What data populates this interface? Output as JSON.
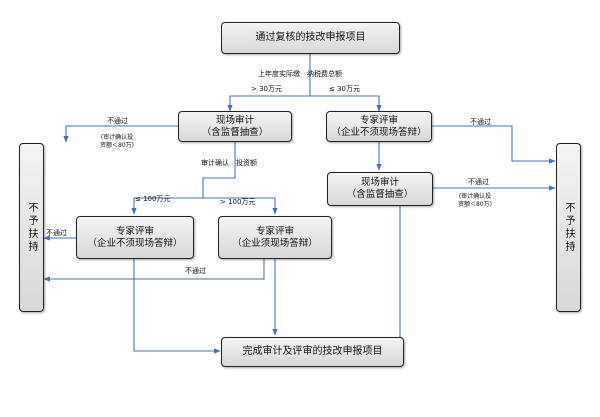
{
  "nodes": {
    "top": "通过复核的技改申报项目",
    "onsite_audit_left": [
      "现场审计",
      "（含监督抽查）"
    ],
    "expert_review_top": [
      "专家评审",
      "（企业不须现场答辩）"
    ],
    "onsite_audit_right": [
      "现场审计",
      "（含监督抽查）"
    ],
    "expert_review_no_defense": [
      "专家评审",
      "（企业不须现场答辩）"
    ],
    "expert_review_defense": [
      "专家评审",
      "（企业须现场答辩）"
    ],
    "no_support_left": "不予扶持",
    "no_support_right": "不予扶持",
    "final": "完成审计及评审的技改申报项目"
  },
  "labels": {
    "split_criteria": "上年度实际缴　纳税费总额",
    "gt_30": "> 30万元",
    "le_30": "≤ 30万元",
    "fail_left": "不通过",
    "audit_note_left": [
      "(审计确认投",
      "资额＜80万)"
    ],
    "fail_right_top": "不通过",
    "audit_confirm_invest": "审计确认　投资额",
    "le_100": "≤ 100万元",
    "gt_100": "> 100万元",
    "fail_right_mid": "不通过",
    "audit_note_right": [
      "(审计确认投",
      "资额＜80万)"
    ],
    "fail_small": "不通过",
    "fail_bottom": "不通过"
  },
  "colors": {
    "arrow": "#4a72b8",
    "border": "#222222"
  }
}
